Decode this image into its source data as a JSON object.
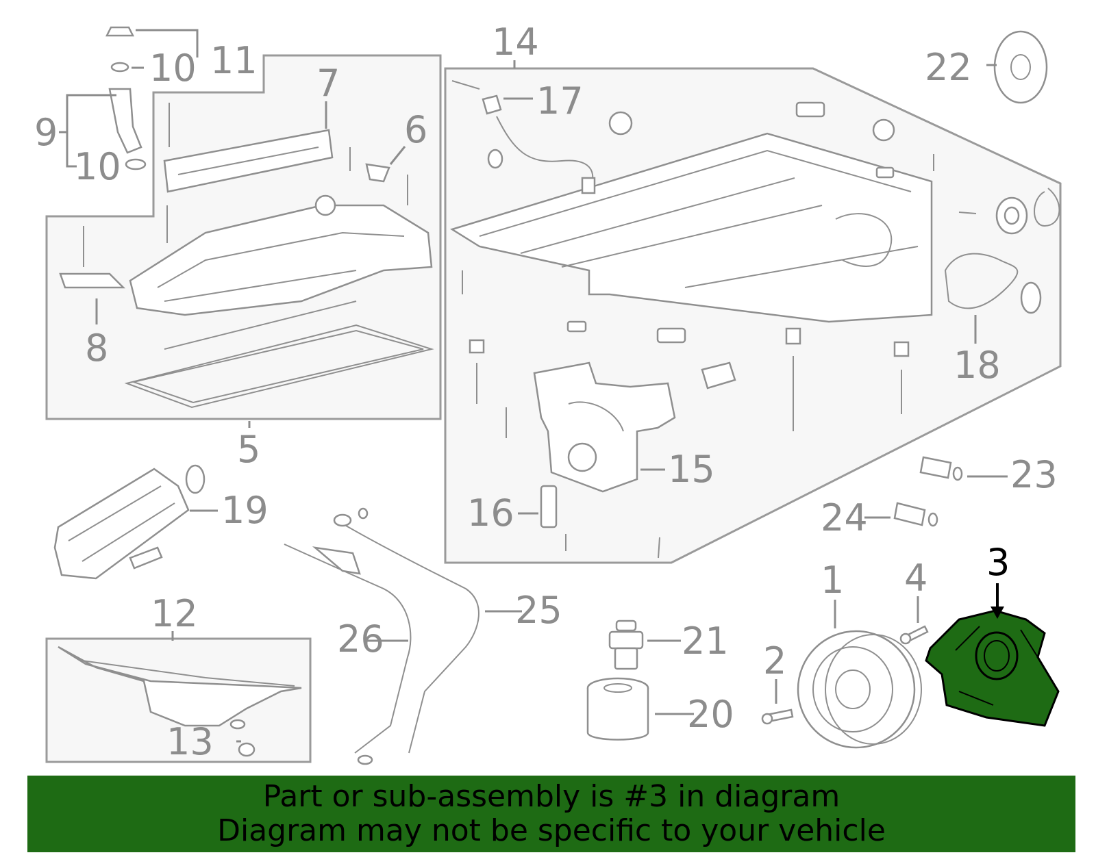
{
  "callouts": {
    "c1": "1",
    "c2": "2",
    "c3": "3",
    "c4": "4",
    "c5": "5",
    "c6": "6",
    "c7": "7",
    "c8": "8",
    "c9": "9",
    "c10a": "10",
    "c10b": "10",
    "c11": "11",
    "c12": "12",
    "c13": "13",
    "c14": "14",
    "c15": "15",
    "c16": "16",
    "c17": "17",
    "c18": "18",
    "c19": "19",
    "c20": "20",
    "c21": "21",
    "c22": "22",
    "c23": "23",
    "c24": "24",
    "c25": "25",
    "c26": "26"
  },
  "highlight": {
    "part": "3",
    "color": "#1e6b14"
  },
  "banner": {
    "line1": "Part or sub-assembly is #3 in diagram",
    "line2": "Diagram may not be specific to your vehicle",
    "background": "#1e6b14"
  }
}
